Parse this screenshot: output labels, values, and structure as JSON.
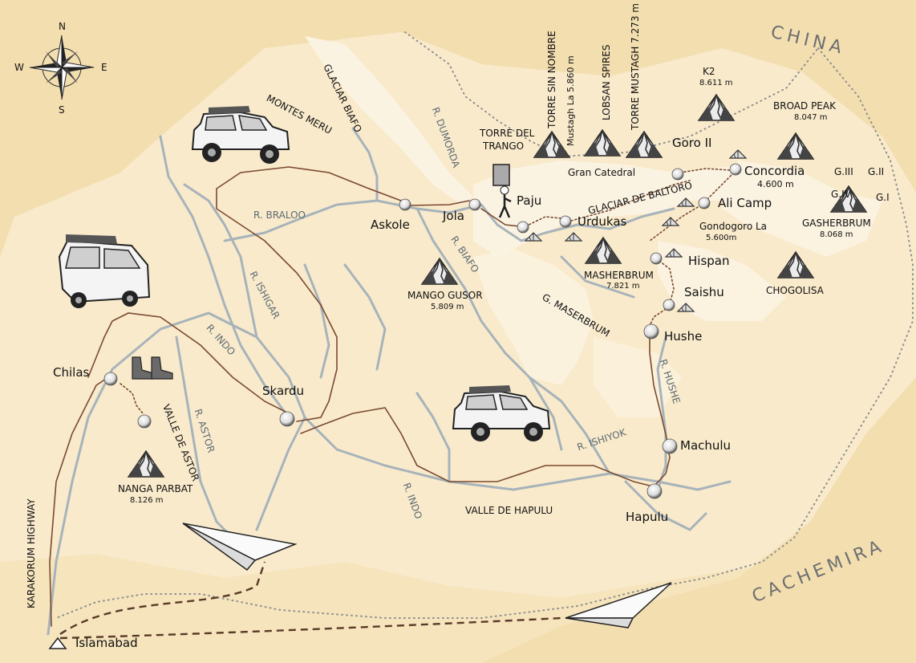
{
  "compass": {
    "n": "N",
    "s": "S",
    "e": "E",
    "w": "W"
  },
  "regions": {
    "china": "CHINA",
    "cachemira": "CACHEMIRA"
  },
  "towns": {
    "askole": "Askole",
    "jola": "Jola",
    "paju": "Paju",
    "urdukas": "Urdukas",
    "goro": "Goro II",
    "concordia": "Concordia",
    "concordia_alt": "4.600 m",
    "ali_camp": "Ali Camp",
    "hispan": "Hispan",
    "saishu": "Saishu",
    "hushe": "Hushe",
    "machulu": "Machulu",
    "hapulu": "Hapulu",
    "skardu": "Skardu",
    "chilas": "Chilas",
    "islamabad": "Islamabad"
  },
  "peaks": {
    "k2": "K2",
    "k2_h": "8.611 m",
    "broad_peak": "BROAD PEAK",
    "broad_peak_h": "8.047 m",
    "g3": "G.III",
    "g2": "G.II",
    "g4": "G.IV",
    "g1": "G.I",
    "gasherbrum": "GASHERBRUM",
    "gasherbrum_h": "8.068 m",
    "chogolisa": "CHOGOLISA",
    "masherbrum": "MASHERBRUM",
    "masherbrum_h": "7.821 m",
    "mango_gusor": "MANGO GUSOR",
    "mango_gusor_h": "5.809 m",
    "nanga_parbat": "NANGA PARBAT",
    "nanga_parbat_h": "8.126 m",
    "torre_trango_1": "TORRE DEL",
    "torre_trango_2": "TRANGO",
    "torre_sin_nombre": "TORRE SIN NOMBRE",
    "mustagh_la": "Mustagh La 5.860 m",
    "lobsan": "LOBSAN SPIRES",
    "torre_mustagh": "TORRE MUSTAGH 7.273 m",
    "gran_catedral": "Gran Catedral",
    "gondogoro": "Gondogoro La",
    "gondogoro_h": "5.600m"
  },
  "features": {
    "glaciar_biafo": "GLACIAR BIAFO",
    "montes_meru": "MONTES MERU",
    "glaciar_baltoro": "GLACIAR DE BALTORO",
    "g_maserbrum": "G. MASERBRUM",
    "valle_astor": "VALLE DE ASTOR",
    "valle_hapulu": "VALLE DE HAPULU",
    "karakorum": "KARAKORUM HIGHWAY"
  },
  "rivers": {
    "dumorda": "R. DUMORDA",
    "braloo": "R. BRALOO",
    "biafo": "R. BIAFO",
    "ishigar": "R. ISHIGAR",
    "indo_1": "R. INDO",
    "astor": "R. ASTOR",
    "indo_2": "R. INDO",
    "hushe": "R. HUSHE",
    "ishiyok": "R. ISHIYOK"
  },
  "colors": {
    "background": "#f3deb0",
    "region_fill": "#f9eacb",
    "glacier": "#fbf3e2",
    "river": "#a7b3ba",
    "route": "#7a4a30",
    "border": "#8f8f8f",
    "text": "#111111"
  }
}
